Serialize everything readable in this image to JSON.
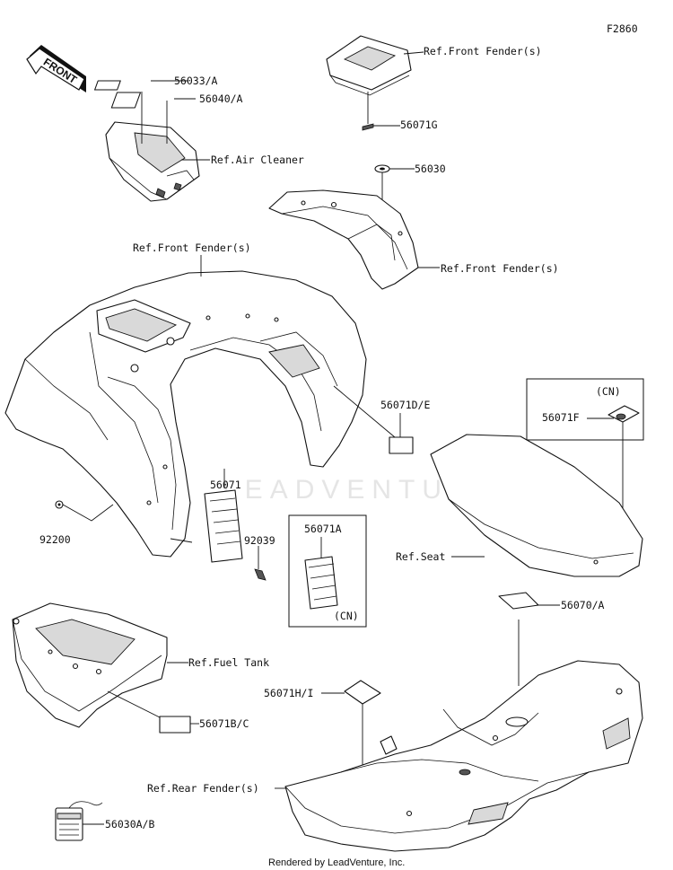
{
  "diagram_code": "F2860",
  "watermark": "LEADVENTURE",
  "front_arrow": "FRONT",
  "footer": "Rendered by LeadVenture, Inc.",
  "labels": {
    "p56033a": "56033/A",
    "p56040a": "56040/A",
    "ref_air_cleaner": "Ref.Air Cleaner",
    "ref_front_fender_top": "Ref.Front Fender(s)",
    "p56071g": "56071G",
    "p56030": "56030",
    "ref_front_fender_right": "Ref.Front Fender(s)",
    "ref_front_fender_main": "Ref.Front Fender(s)",
    "p56071de": "56071D/E",
    "cn_top": "(CN)",
    "p56071f": "56071F",
    "p56071": "56071",
    "p92039": "92039",
    "p56071a": "56071A",
    "cn_box": "(CN)",
    "p92200": "92200",
    "ref_seat": "Ref.Seat",
    "p56070a": "56070/A",
    "ref_fuel_tank": "Ref.Fuel Tank",
    "p56071hi": "56071H/I",
    "p56071bc": "56071B/C",
    "ref_rear_fender": "Ref.Rear Fender(s)",
    "p56030ab": "56030A/B"
  }
}
